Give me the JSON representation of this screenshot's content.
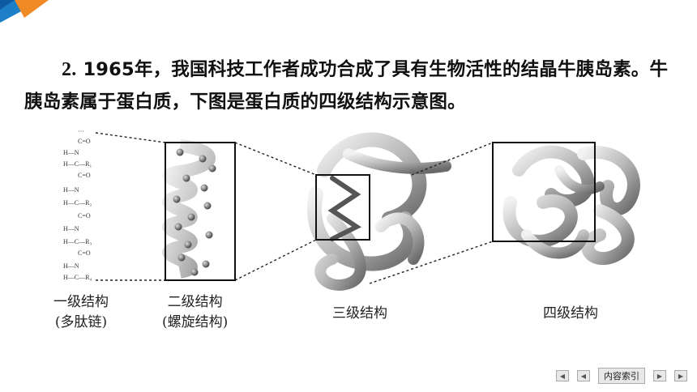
{
  "question": {
    "number": "2.",
    "text": "1965年，我国科技工作者成功合成了具有生物活性的结晶牛胰岛素。牛胰岛素属于蛋白质，下图是蛋白质的四级结构示意图。"
  },
  "figure": {
    "primary_caption_1": "一级结构",
    "primary_caption_2": "(多肽链)",
    "secondary_caption_1": "二级结构",
    "secondary_caption_2": "(螺旋结构)",
    "tertiary_caption": "三级结构",
    "quaternary_caption": "四级结构",
    "chain": {
      "dots": "···",
      "c_o": "C=O",
      "h_n": "H—N",
      "r1": "H—C—R₁",
      "r2": "H—C—R₂",
      "r3": "H—C—R₃",
      "r4": "H—C—R₄"
    }
  },
  "nav": {
    "first": "◀",
    "prev": "◀",
    "index_label": "内容索引",
    "next": "▶",
    "last": "▶"
  }
}
